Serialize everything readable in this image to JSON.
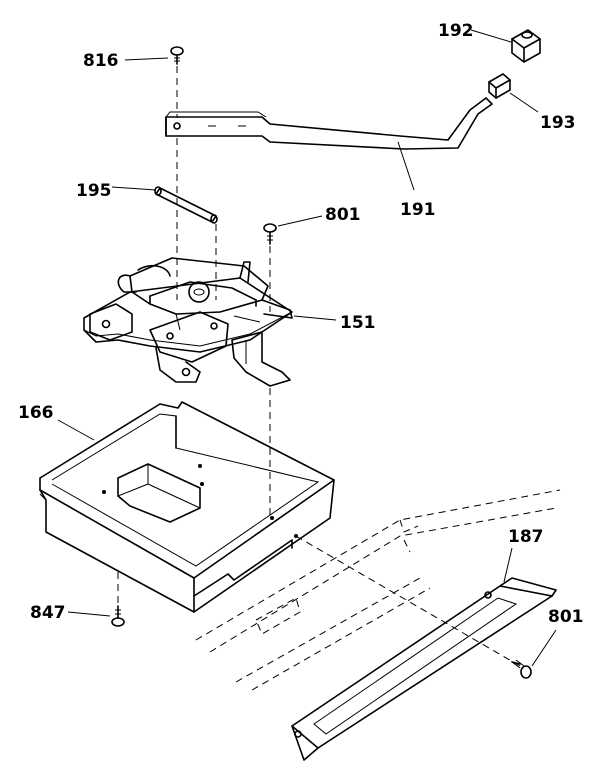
{
  "labels": {
    "p816": "816",
    "p192": "192",
    "p193": "193",
    "p191": "191",
    "p195": "195",
    "p801a": "801",
    "p151": "151",
    "p166": "166",
    "p187": "187",
    "p847": "847",
    "p801b": "801"
  }
}
